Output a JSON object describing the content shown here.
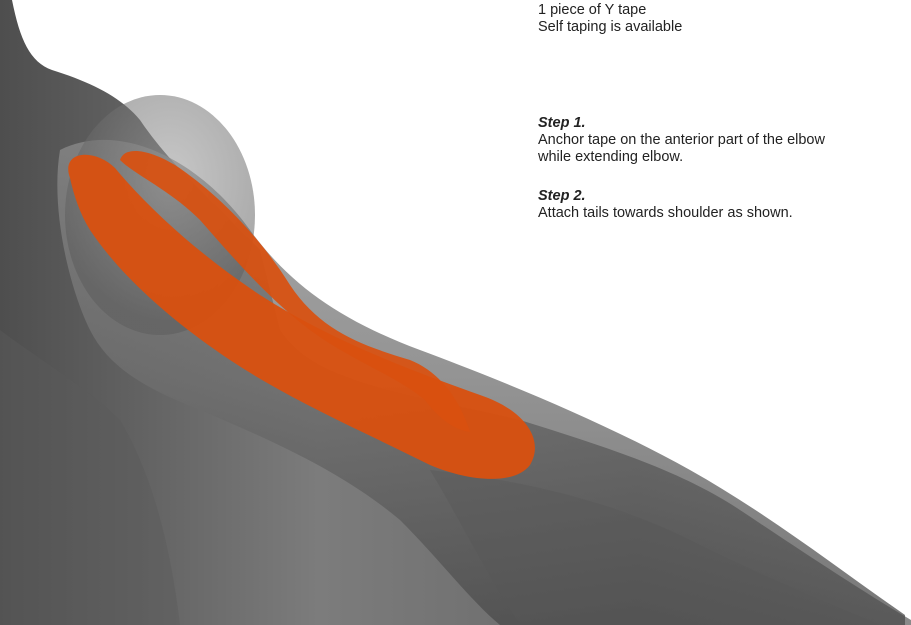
{
  "materials": {
    "line_1": "1 piece of Y tape",
    "line_2": "Self taping is available"
  },
  "steps": [
    {
      "title": "Step 1.",
      "lines": [
        "Anchor tape on the anterior part of the elbow",
        "while extending elbow."
      ]
    },
    {
      "title": "Step 2.",
      "lines": [
        "Attach tails towards shoulder as shown."
      ]
    }
  ],
  "illustration": {
    "subject": "arm-and-shoulder",
    "skin_color": "#6e6e6e",
    "tape_color": "#d9500f"
  }
}
